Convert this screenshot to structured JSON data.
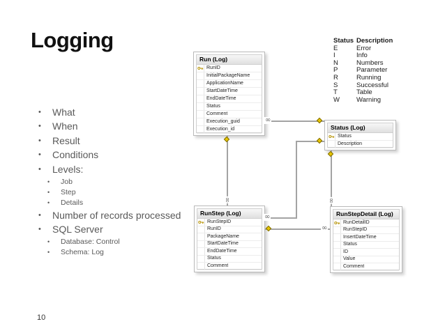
{
  "icons": {
    "bullet_char": "•",
    "many_char": "∞",
    "one_end_icon": "gold-key",
    "primary_key_icon": "gold-key"
  },
  "slide": {
    "title": "Logging",
    "page_number": "10"
  },
  "bullets": [
    {
      "text": "What",
      "level": 1
    },
    {
      "text": "When",
      "level": 1
    },
    {
      "text": "Result",
      "level": 1
    },
    {
      "text": "Conditions",
      "level": 1
    },
    {
      "text": "Levels:",
      "level": 1
    },
    {
      "text": "Job",
      "level": 2
    },
    {
      "text": "Step",
      "level": 2
    },
    {
      "text": "Details",
      "level": 2
    },
    {
      "text": "Number of records processed",
      "level": 1
    },
    {
      "text": "SQL Server",
      "level": 1
    },
    {
      "text": "Database: Control",
      "level": 2
    },
    {
      "text": "Schema: Log",
      "level": 2
    }
  ],
  "legend": {
    "header": {
      "status": "Status",
      "description": "Description"
    },
    "rows": [
      {
        "code": "E",
        "description": "Error"
      },
      {
        "code": "I",
        "description": "Info"
      },
      {
        "code": "N",
        "description": "Numbers"
      },
      {
        "code": "P",
        "description": "Parameter"
      },
      {
        "code": "R",
        "description": "Running"
      },
      {
        "code": "S",
        "description": "Successful"
      },
      {
        "code": "T",
        "description": "Table"
      },
      {
        "code": "W",
        "description": "Warning"
      }
    ]
  },
  "diagram": {
    "tables": [
      {
        "title": "Run (Log)",
        "fields": [
          {
            "name": "RunID",
            "key": true
          },
          {
            "name": "InitialPackageName",
            "key": false
          },
          {
            "name": "ApplicationName",
            "key": false
          },
          {
            "name": "StartDateTime",
            "key": false
          },
          {
            "name": "EndDateTime",
            "key": false
          },
          {
            "name": "Status",
            "key": false
          },
          {
            "name": "Comment",
            "key": false
          },
          {
            "name": "Execution_guid",
            "key": false
          },
          {
            "name": "Execution_id",
            "key": false
          }
        ]
      },
      {
        "title": "Status (Log)",
        "fields": [
          {
            "name": "Status",
            "key": true
          },
          {
            "name": "Description",
            "key": false
          }
        ]
      },
      {
        "title": "RunStep (Log)",
        "fields": [
          {
            "name": "RunStepID",
            "key": true
          },
          {
            "name": "RunID",
            "key": false
          },
          {
            "name": "PackageName",
            "key": false
          },
          {
            "name": "StartDateTime",
            "key": false
          },
          {
            "name": "EndDateTime",
            "key": false
          },
          {
            "name": "Status",
            "key": false
          },
          {
            "name": "Comment",
            "key": false
          }
        ]
      },
      {
        "title": "RunStepDetail (Log)",
        "fields": [
          {
            "name": "RunDetailID",
            "key": true
          },
          {
            "name": "RunStepID",
            "key": false
          },
          {
            "name": "InsertDateTime",
            "key": false
          },
          {
            "name": "Status",
            "key": false
          },
          {
            "name": "ID",
            "key": false
          },
          {
            "name": "Value",
            "key": false
          },
          {
            "name": "Comment",
            "key": false
          }
        ]
      }
    ],
    "relationships": [
      {
        "one": "Status (Log)",
        "many": "Run (Log)"
      },
      {
        "one": "Run (Log)",
        "many": "RunStep (Log)"
      },
      {
        "one": "Status (Log)",
        "many": "RunStep (Log)"
      },
      {
        "one": "Status (Log)",
        "many": "RunStepDetail (Log)"
      },
      {
        "one": "RunStep (Log)",
        "many": "RunStepDetail (Log)"
      }
    ]
  },
  "colors": {
    "background": "#ffffff",
    "title_text": "#111111",
    "bullet_text": "#595959",
    "table_header_bg": "#e8e8e8",
    "table_border": "#b9b9b9",
    "connector": "#a3a3a3",
    "key_gold": "#e6c400"
  }
}
